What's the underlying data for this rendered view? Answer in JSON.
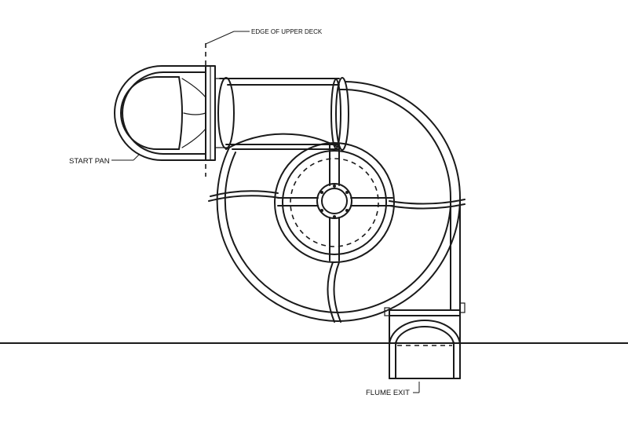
{
  "labels": {
    "edge_of_upper_deck": "EDGE OF UPPER DECK",
    "start_pan": "START PAN",
    "flume_exit": "FLUME EXIT"
  },
  "colors": {
    "line": "#1a1a1a",
    "background": "#ffffff"
  }
}
